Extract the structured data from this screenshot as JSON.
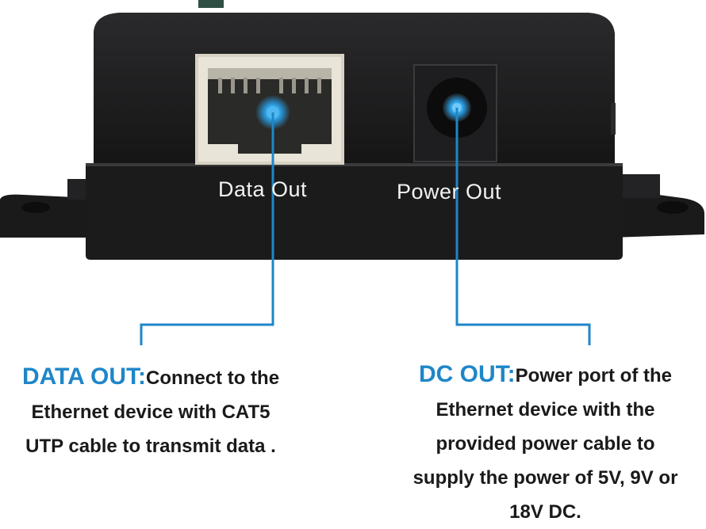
{
  "device": {
    "port_labels": {
      "data": "Data Out",
      "power": "Power Out"
    }
  },
  "callouts": {
    "data_out": {
      "heading": "DATA OUT:",
      "line1": "Connect to the",
      "line2": "Ethernet device with CAT5",
      "line3": "UTP cable to transmit data ."
    },
    "dc_out": {
      "heading": "DC OUT:",
      "line1": "Power port of the",
      "line2": "Ethernet device with the",
      "line3": "provided power cable to",
      "line4": "supply the power of 5V, 9V or",
      "line5": "18V DC."
    }
  },
  "colors": {
    "accent": "#1f86c8",
    "device_body": "#1c1c1e",
    "text": "#1a1a1a"
  },
  "icons": [
    "rj45-port",
    "dc-barrel-jack"
  ]
}
